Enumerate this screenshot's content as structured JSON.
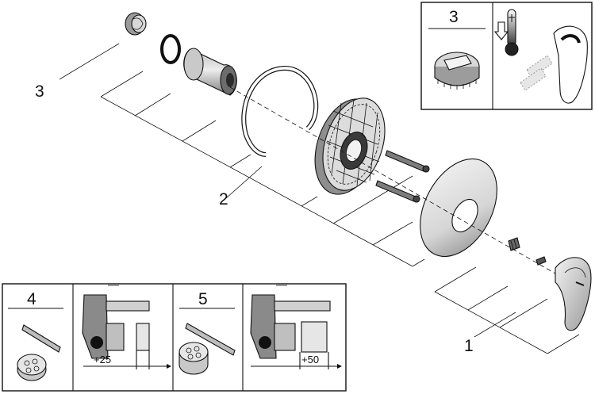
{
  "callouts": {
    "part_1": "1",
    "part_2": "2",
    "part_3": "3"
  },
  "insets": {
    "temperature": {
      "number": "3"
    },
    "extension_25": {
      "number": "4",
      "dimension": "+25"
    },
    "extension_50": {
      "number": "5",
      "dimension": "+50"
    }
  },
  "colors": {
    "line": "#111111",
    "part_grey": "#9a9a9a",
    "shadow_grey": "#555555"
  }
}
